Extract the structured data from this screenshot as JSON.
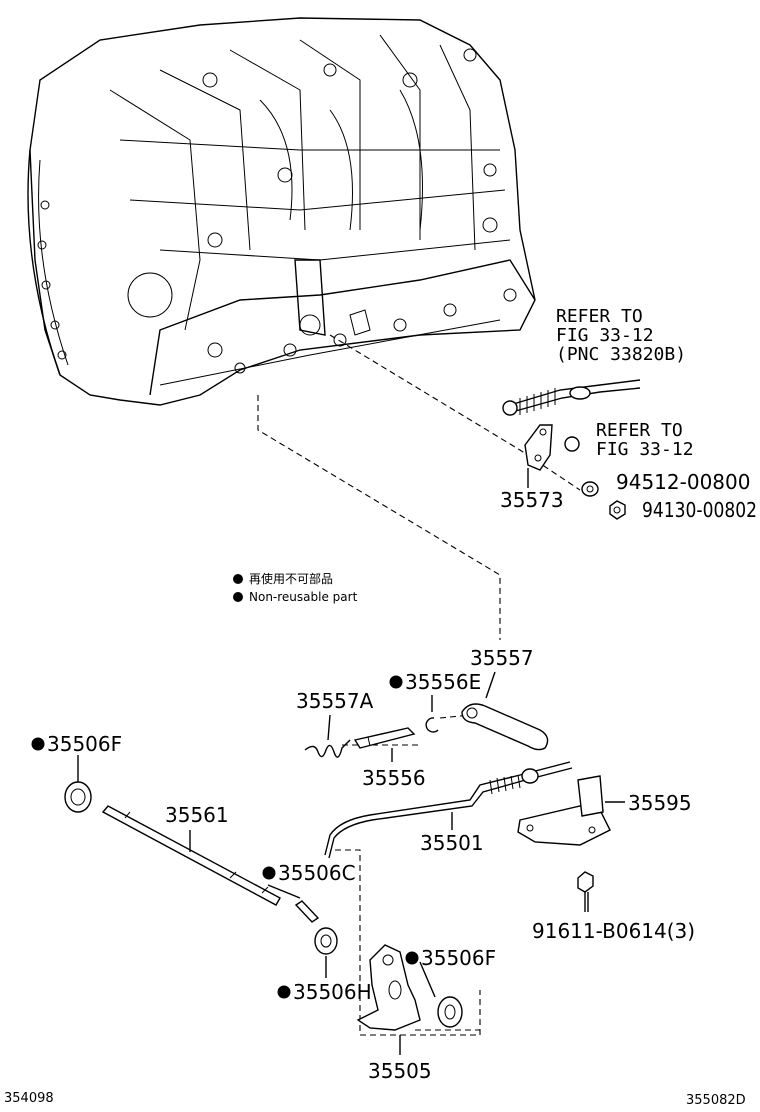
{
  "diagram": {
    "parts": {
      "p35573": "35573",
      "p94512": "94512-00800",
      "p94130": "94130-00802",
      "p35557": "35557",
      "p35556E": "35556E",
      "p35557A": "35557A",
      "p35556": "35556",
      "p35506F_left": "35506F",
      "p35561": "35561",
      "p35501": "35501",
      "p35595": "35595",
      "p35506C": "35506C",
      "p91611": "91611-B0614(3)",
      "p35506H": "35506H",
      "p35506F_right": "35506F",
      "p35505": "35505"
    },
    "refers": {
      "ref1_line1": "REFER TO",
      "ref1_line2": "FIG 33-12",
      "ref1_line3": "(PNC 33820B)",
      "ref2_line1": "REFER TO",
      "ref2_line2": "FIG 33-12"
    },
    "legend": {
      "jp": "再使用不可部品",
      "en": "Non-reusable part"
    },
    "codes": {
      "left": "354098",
      "right": "355082D"
    }
  }
}
